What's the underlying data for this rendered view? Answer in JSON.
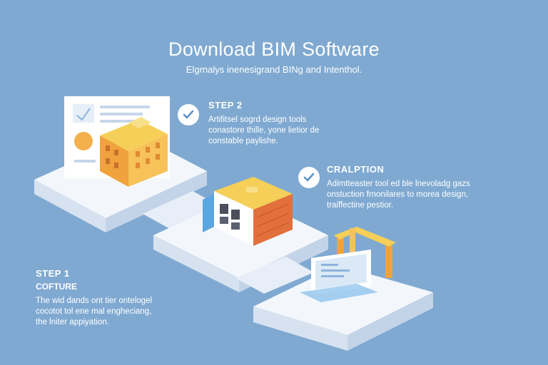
{
  "header": {
    "title": "Download BIM Software",
    "subtitle": "Elgrnalys inenesigrand BINg and Intenthol."
  },
  "steps": [
    {
      "label": "STEP 2",
      "heading": "",
      "lines": [
        "Artifitsel sogrd design tools",
        "conastore thille, yone lietior de",
        "constable paylishe."
      ]
    },
    {
      "label": "CRALPTION",
      "heading": "",
      "lines": [
        "Adimtteaster tool ed ble lnevoladg gazs",
        "onstuction frnonilares to morea design,",
        "traiffectine pestior."
      ]
    },
    {
      "label": "STEP 1",
      "heading": "COFTURE",
      "lines": [
        "The wid dands ont tier ontelogel",
        "cocotot tol ene mal engheciang,",
        "the lniter appiyation."
      ]
    }
  ],
  "colors": {
    "background": "#7fa9d1",
    "platform": "#eef3fa",
    "accent_orange": "#f0a23c",
    "accent_brick": "#e2703a",
    "accent_yellow": "#f5cf57",
    "check_icon": "#5b8fc7"
  },
  "icons": [
    "check-icon",
    "building-icon",
    "document-icon",
    "monitor-icon",
    "crane-icon"
  ]
}
